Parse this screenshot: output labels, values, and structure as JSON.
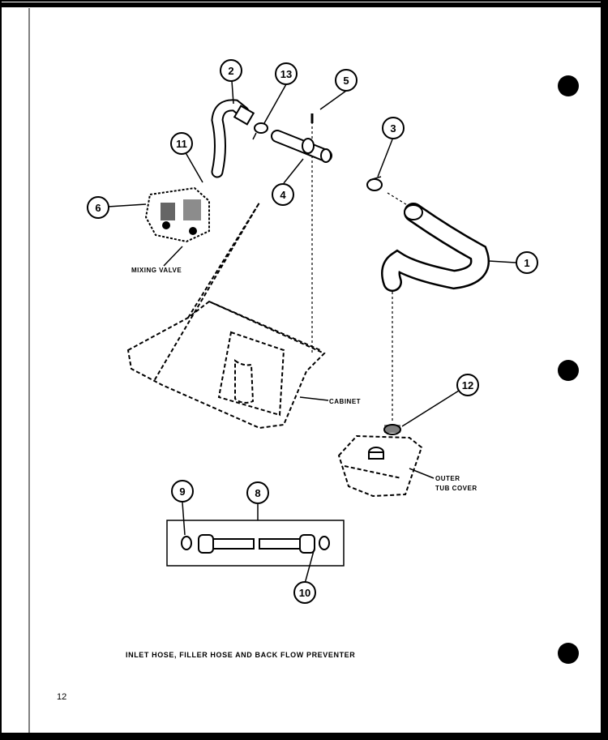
{
  "callouts": [
    {
      "num": "1"
    },
    {
      "num": "2"
    },
    {
      "num": "3"
    },
    {
      "num": "4"
    },
    {
      "num": "5"
    },
    {
      "num": "6"
    },
    {
      "num": "8"
    },
    {
      "num": "9"
    },
    {
      "num": "10"
    },
    {
      "num": "11"
    },
    {
      "num": "12"
    },
    {
      "num": "13"
    }
  ],
  "labels": {
    "mixing_valve": "MIXING VALVE",
    "cabinet": "CABINET",
    "outer_1": "OUTER",
    "outer_2": "TUB COVER"
  },
  "caption": "INLET HOSE, FILLER HOSE AND BACK FLOW PREVENTER",
  "page_number": "12"
}
